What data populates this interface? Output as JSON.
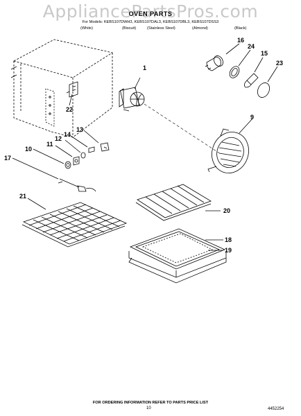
{
  "header": {
    "watermark": "AppliancePartsPros.com",
    "title": "OVEN PARTS",
    "models_line": "For Models: KEBS107DWH3, KEBS107DAL3, KEBS107DBL3, KEBS107DSS3",
    "colors": [
      "(White)",
      "(Biscuit)",
      "(Stainless Steel)",
      "(Almond)",
      "(Black)"
    ]
  },
  "callouts": [
    "1",
    "9",
    "10",
    "11",
    "12",
    "13",
    "14",
    "15",
    "16",
    "17",
    "18",
    "19",
    "20",
    "21",
    "22",
    "23",
    "24"
  ],
  "footer": {
    "instruction": "FOR ORDERING INFORMATION REFER TO PARTS PRICE LIST",
    "page_number": "10",
    "document_number": "4452254"
  }
}
